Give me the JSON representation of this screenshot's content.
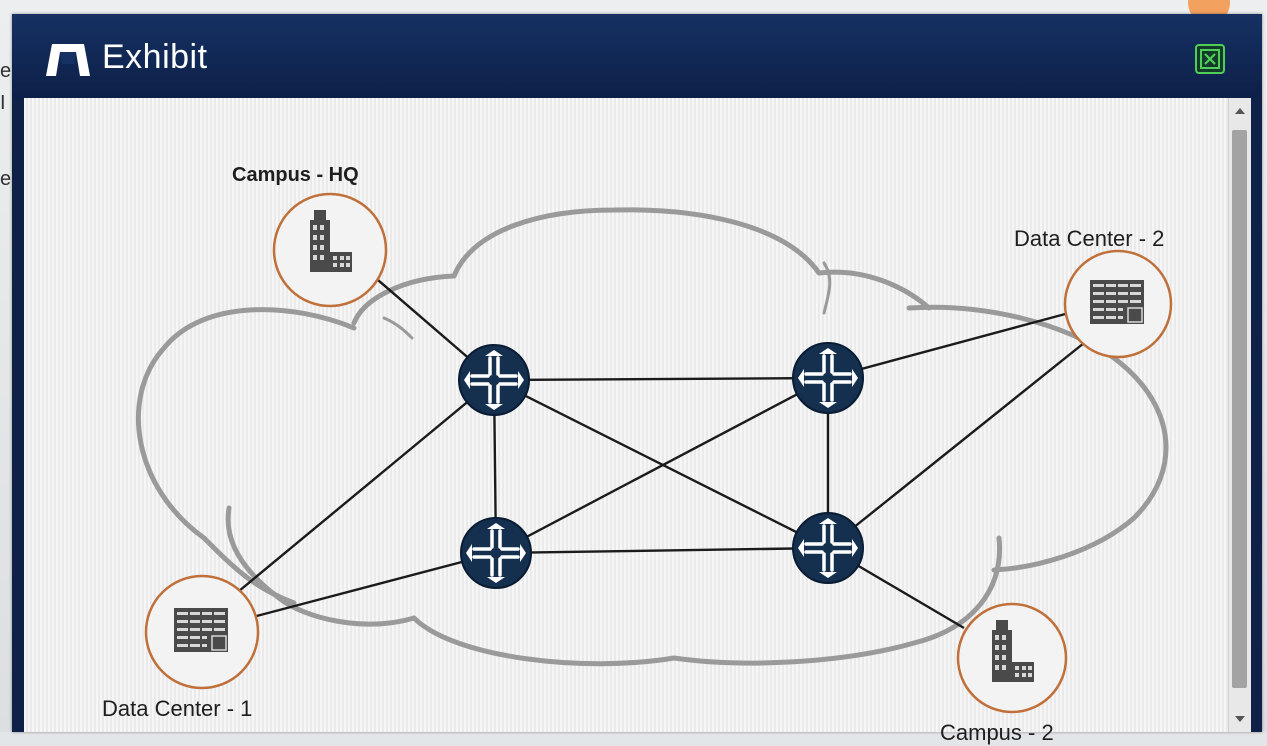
{
  "window": {
    "title": "Exhibit",
    "close_icon": "close-icon",
    "app_icon": "exhibit-book-icon"
  },
  "diagram": {
    "sites": {
      "campus_hq": "Campus - HQ",
      "data_center_2": "Data Center - 2",
      "data_center_1": "Data Center - 1",
      "campus_2": "Campus - 2"
    },
    "colors": {
      "site_ring": "#c0703a",
      "router_fill": "#15304f",
      "cloud_stroke": "#9a9a9a",
      "link": "#1b1b1b",
      "title_bar": "#0f2147",
      "close_accent": "#4fcf58"
    }
  },
  "page": {
    "edge_letters": [
      "e",
      "I",
      "e"
    ]
  }
}
